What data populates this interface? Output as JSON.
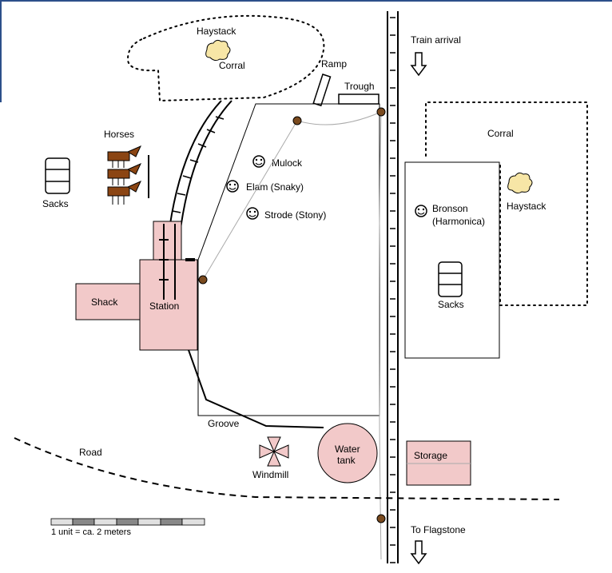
{
  "labels": {
    "haystack_top": "Haystack",
    "corral_top": "Corral",
    "ramp": "Ramp",
    "trough": "Trough",
    "train_arrival": "Train arrival",
    "horses": "Horses",
    "sacks_left": "Sacks",
    "mulock": "Mulock",
    "elam": "Elam (Snaky)",
    "strode": "Strode (Stony)",
    "corral_right": "Corral",
    "haystack_right": "Haystack",
    "bronson_line1": "Bronson",
    "bronson_line2": "(Harmonica)",
    "sacks_right": "Sacks",
    "shack": "Shack",
    "station": "Station",
    "groove": "Groove",
    "road": "Road",
    "windmill": "Windmill",
    "water_tank_line1": "Water",
    "water_tank_line2": "tank",
    "storage": "Storage",
    "scale": "1 unit = ca. 2 meters",
    "to_flagstone": "To Flagstone"
  },
  "colors": {
    "building_fill": "#f2c9c9",
    "haystack_fill": "#f7e6a6",
    "horse_fill": "#8b4513",
    "post_fill": "#7a4a1e",
    "frame": "#2c4f8a"
  }
}
